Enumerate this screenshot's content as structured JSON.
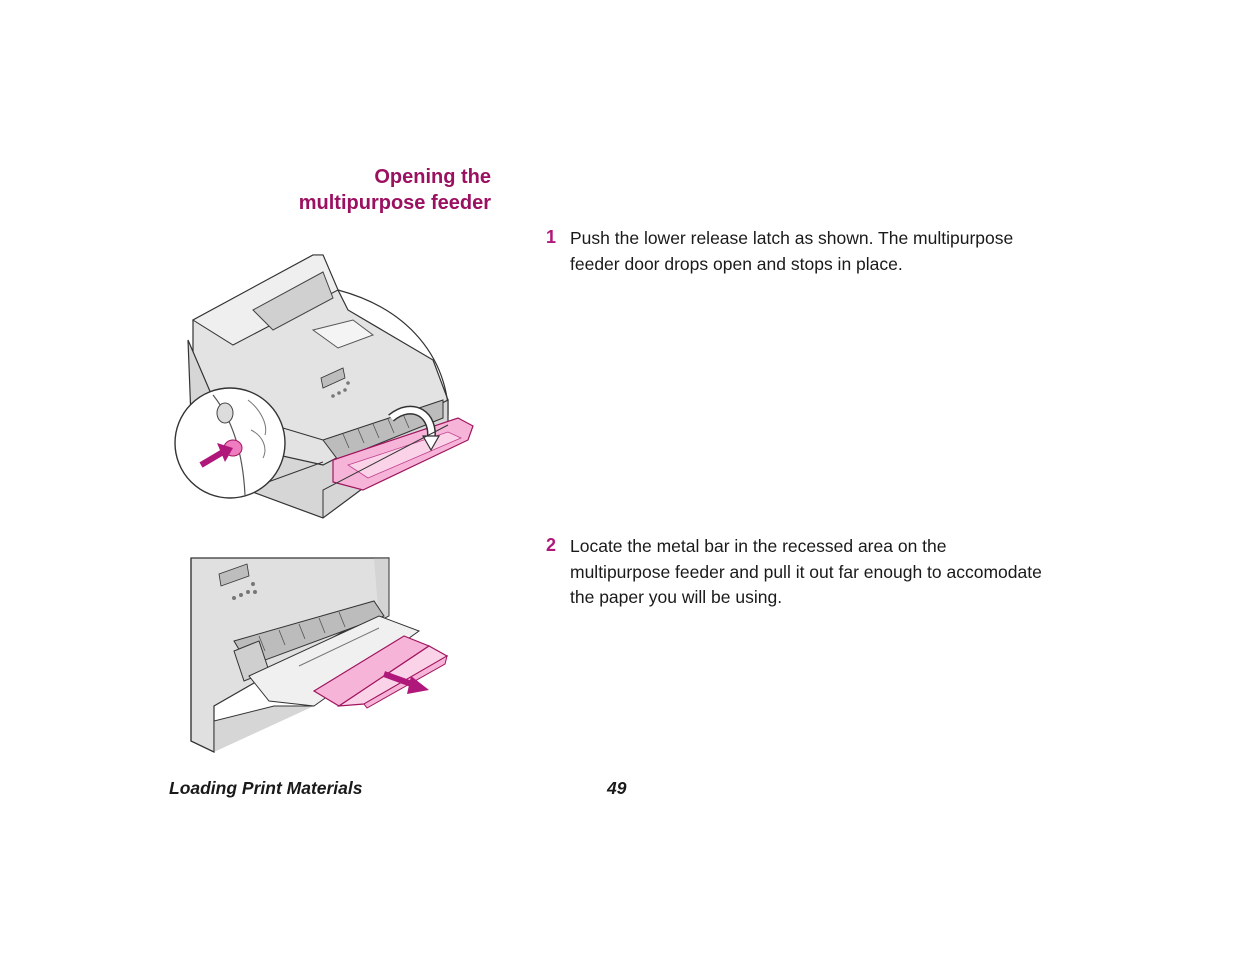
{
  "heading": {
    "line1": "Opening the",
    "line2": "multipurpose feeder"
  },
  "steps": [
    {
      "number": "1",
      "line1": "Push the lower release latch as shown. The multipurpose",
      "line2": "feeder door drops open and stops in place."
    },
    {
      "number": "2",
      "line1": "Locate the metal bar in the recessed area on the",
      "line2": "multipurpose feeder and pull it out far enough to accomodate",
      "line3": "the paper you will be using."
    }
  ],
  "footer": {
    "title": "Loading Print Materials",
    "page_number": "49"
  },
  "colors": {
    "accent": "#9b1060",
    "highlight_pink": "#f6b5d8",
    "printer_gray": "#d9d9d9"
  }
}
